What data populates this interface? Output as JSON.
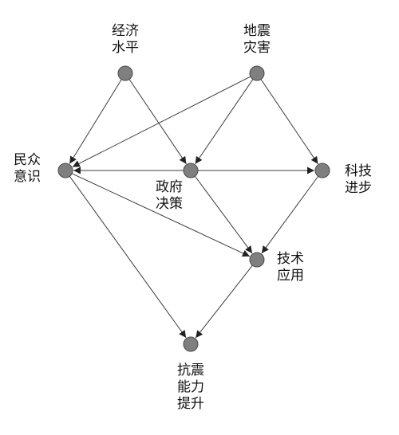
{
  "nodes": [
    {
      "id": "economy",
      "lines": [
        "经济",
        "水平"
      ]
    },
    {
      "id": "earthquake",
      "lines": [
        "地震",
        "灾害"
      ]
    },
    {
      "id": "public",
      "lines": [
        "民众",
        "意识"
      ]
    },
    {
      "id": "policy",
      "lines": [
        "政府",
        "决策"
      ]
    },
    {
      "id": "tech",
      "lines": [
        "科技",
        "进步"
      ]
    },
    {
      "id": "techapp",
      "lines": [
        "技术",
        "应用"
      ]
    },
    {
      "id": "capacity",
      "lines": [
        "抗震",
        "能力",
        "提升"
      ]
    }
  ],
  "edges": [
    {
      "from": "economy",
      "to": "public"
    },
    {
      "from": "economy",
      "to": "policy"
    },
    {
      "from": "earthquake",
      "to": "public"
    },
    {
      "from": "earthquake",
      "to": "policy"
    },
    {
      "from": "earthquake",
      "to": "tech"
    },
    {
      "from": "policy",
      "to": "public"
    },
    {
      "from": "policy",
      "to": "tech"
    },
    {
      "from": "policy",
      "to": "techapp"
    },
    {
      "from": "public",
      "to": "techapp"
    },
    {
      "from": "public",
      "to": "capacity"
    },
    {
      "from": "tech",
      "to": "techapp"
    },
    {
      "from": "techapp",
      "to": "capacity"
    }
  ]
}
